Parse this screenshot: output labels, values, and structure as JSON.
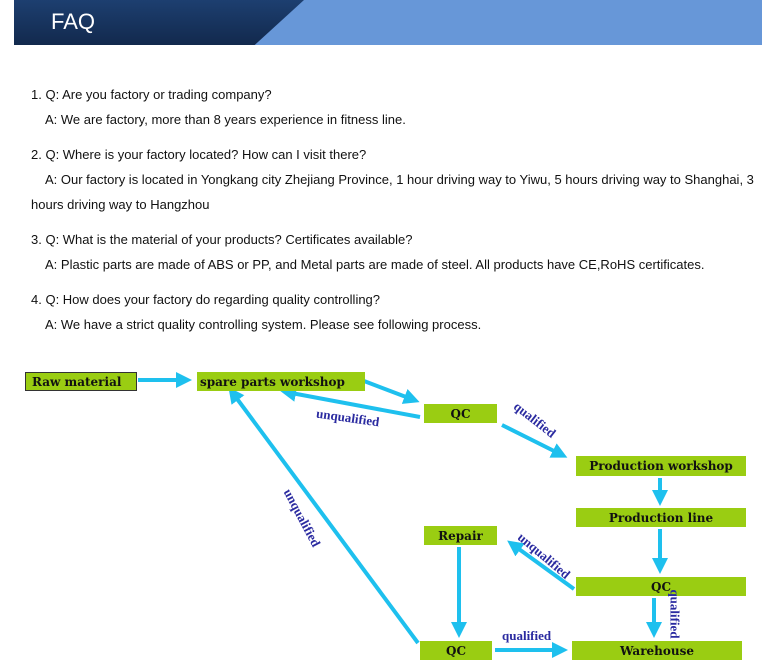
{
  "header": {
    "title": "FAQ"
  },
  "faq": [
    {
      "q": "1. Q: Are you factory or trading company?",
      "a": "A: We are factory, more than 8 years experience in fitness line."
    },
    {
      "q": "2. Q: Where is your factory located? How can I visit there?",
      "a": "A: Our factory is located in Yongkang city Zhejiang Province, 1 hour driving way to Yiwu, 5 hours driving way to Shanghai, 3 hours driving way to Hangzhou"
    },
    {
      "q": "3. Q: What is the material of your products? Certificates available?",
      "a": "A: Plastic parts are made of ABS or PP, and Metal parts are made of steel. All products have CE,RoHS certificates."
    },
    {
      "q": "4. Q: How does your factory do regarding quality controlling?",
      "a": "A: We have a strict quality controlling system. Please see following process."
    }
  ],
  "flow": {
    "raw": "Raw material",
    "spare": "spare parts workshop",
    "qc1": "QC",
    "prod_ws": "Production workshop",
    "prod_line": "Production line",
    "repair": "Repair",
    "qc2": "QC",
    "qc3": "QC",
    "warehouse": "Warehouse",
    "labels": {
      "unq1": "unqualified",
      "q1": "qualified",
      "unq2": "unqualified",
      "unq3": "unqualified",
      "q2": "qualified",
      "q3": "qualified"
    },
    "colors": {
      "box": "#9acd12",
      "arrow": "#1ec0ee",
      "label": "#2a2aa0"
    }
  }
}
